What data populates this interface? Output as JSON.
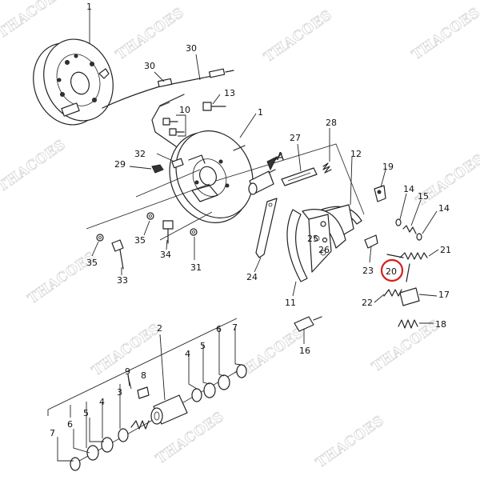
{
  "watermark": "THACOES",
  "callout_letter": "A",
  "highlighted_part": "20",
  "labels": {
    "p1a": "1",
    "p30a": "30",
    "p30b": "30",
    "p13": "13",
    "p10": "10",
    "p1b": "1",
    "p28": "28",
    "p32": "32",
    "p27": "27",
    "p12": "12",
    "p29": "29",
    "p19": "19",
    "p14a": "14",
    "p15": "15",
    "p14b": "14",
    "p35a": "35",
    "p35b": "35",
    "p34": "34",
    "p31": "31",
    "p25": "25",
    "p26": "26",
    "p24": "24",
    "p33": "33",
    "p23": "23",
    "p20": "20",
    "p21": "21",
    "p22": "22",
    "p17": "17",
    "p11": "11",
    "p18": "18",
    "p16": "16",
    "p2": "2",
    "p7a": "7",
    "p6a": "6",
    "p5a": "5",
    "p4a": "4",
    "p9": "9",
    "p8": "8",
    "p3": "3",
    "p4b": "4",
    "p5b": "5",
    "p6b": "6",
    "p7b": "7"
  }
}
